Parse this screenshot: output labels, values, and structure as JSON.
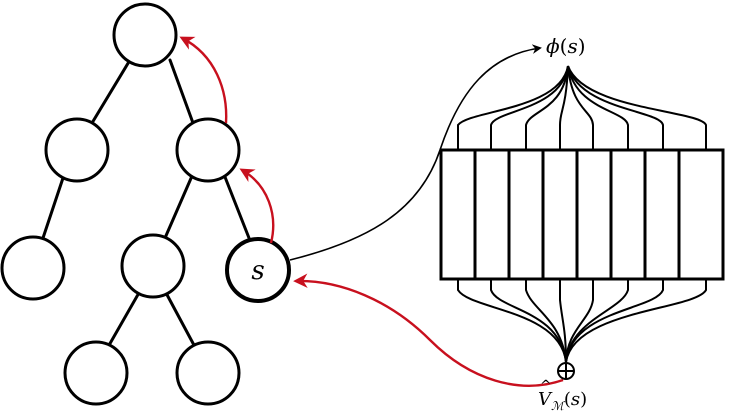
{
  "tree": {
    "nodes": [
      {
        "id": "root",
        "label": ""
      },
      {
        "id": "l1-left",
        "label": ""
      },
      {
        "id": "l1-right",
        "label": ""
      },
      {
        "id": "l2-a",
        "label": ""
      },
      {
        "id": "l2-b",
        "label": ""
      },
      {
        "id": "s",
        "label": "s"
      },
      {
        "id": "l3-a",
        "label": ""
      },
      {
        "id": "l3-b",
        "label": ""
      }
    ]
  },
  "labels": {
    "phi": {
      "fn": "ϕ",
      "open": "(",
      "arg": "s",
      "close": ")"
    },
    "value": {
      "fn": "V",
      "hat": "^",
      "subscript": "ℳ",
      "open": "(",
      "arg": "s",
      "close": ")"
    },
    "sum_symbol": "⊕"
  },
  "network": {
    "cell_count": 8
  },
  "colors": {
    "red_arrow": "#c8101e",
    "black": "#000000"
  }
}
